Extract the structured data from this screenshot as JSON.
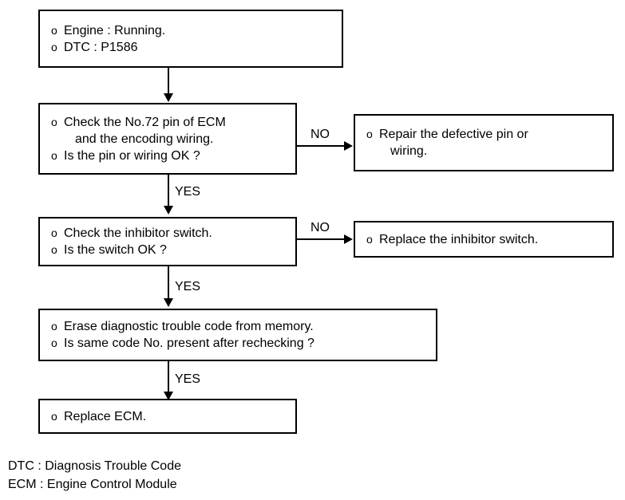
{
  "diagram": {
    "title": "DTC P1586 Diagnostic Flowchart",
    "line_color": "#000000",
    "background_color": "#ffffff",
    "nodes": [
      {
        "id": "start",
        "bullets": [
          "Engine : Running.",
          "DTC : P1586"
        ],
        "continuations": []
      },
      {
        "id": "check-pin",
        "bullets": [
          "Check the No.72 pin of ECM",
          "Is the pin or wiring OK ?"
        ],
        "continuation_after_first": "and the encoding wiring."
      },
      {
        "id": "repair-pin",
        "bullets": [
          "Repair the defective pin or"
        ],
        "continuation_after_first": "wiring."
      },
      {
        "id": "check-switch",
        "bullets": [
          "Check the inhibitor switch.",
          "Is the switch OK ?"
        ]
      },
      {
        "id": "replace-switch",
        "bullets": [
          "Replace the inhibitor switch."
        ]
      },
      {
        "id": "erase-code",
        "bullets": [
          "Erase diagnostic trouble code from memory.",
          "Is same code No. present after rechecking ?"
        ]
      },
      {
        "id": "replace-ecm",
        "bullets": [
          "Replace ECM."
        ]
      }
    ],
    "bullet_symbol": "o",
    "edge_labels": {
      "no_1": "NO",
      "no_2": "NO",
      "yes_1": "YES",
      "yes_2": "YES",
      "yes_3": "YES"
    },
    "legend": [
      "DTC : Diagnosis Trouble Code",
      "ECM : Engine Control Module"
    ]
  }
}
